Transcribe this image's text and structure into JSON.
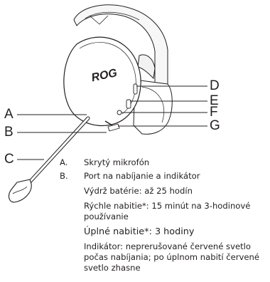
{
  "figure": {
    "logo_text": "ROG",
    "callouts": {
      "a": "A",
      "b": "B",
      "c": "C",
      "d": "D",
      "e": "E",
      "f": "F",
      "g": "G"
    }
  },
  "legend": {
    "items": [
      {
        "key": "A.",
        "text": "Skrytý mikrofón"
      },
      {
        "key": "B.",
        "text": "Port na nabíjanie a indikátor"
      }
    ],
    "details": [
      "Výdrž batérie: až 25 hodín",
      "Rýchle nabitie*: 15 minút na 3-hodinové používanie",
      "Úplné nabitie*: 3 hodiny",
      "Indikátor: neprerušované červené svetlo počas nabíjania; po úplnom nabití červené svetlo zhasne"
    ]
  }
}
